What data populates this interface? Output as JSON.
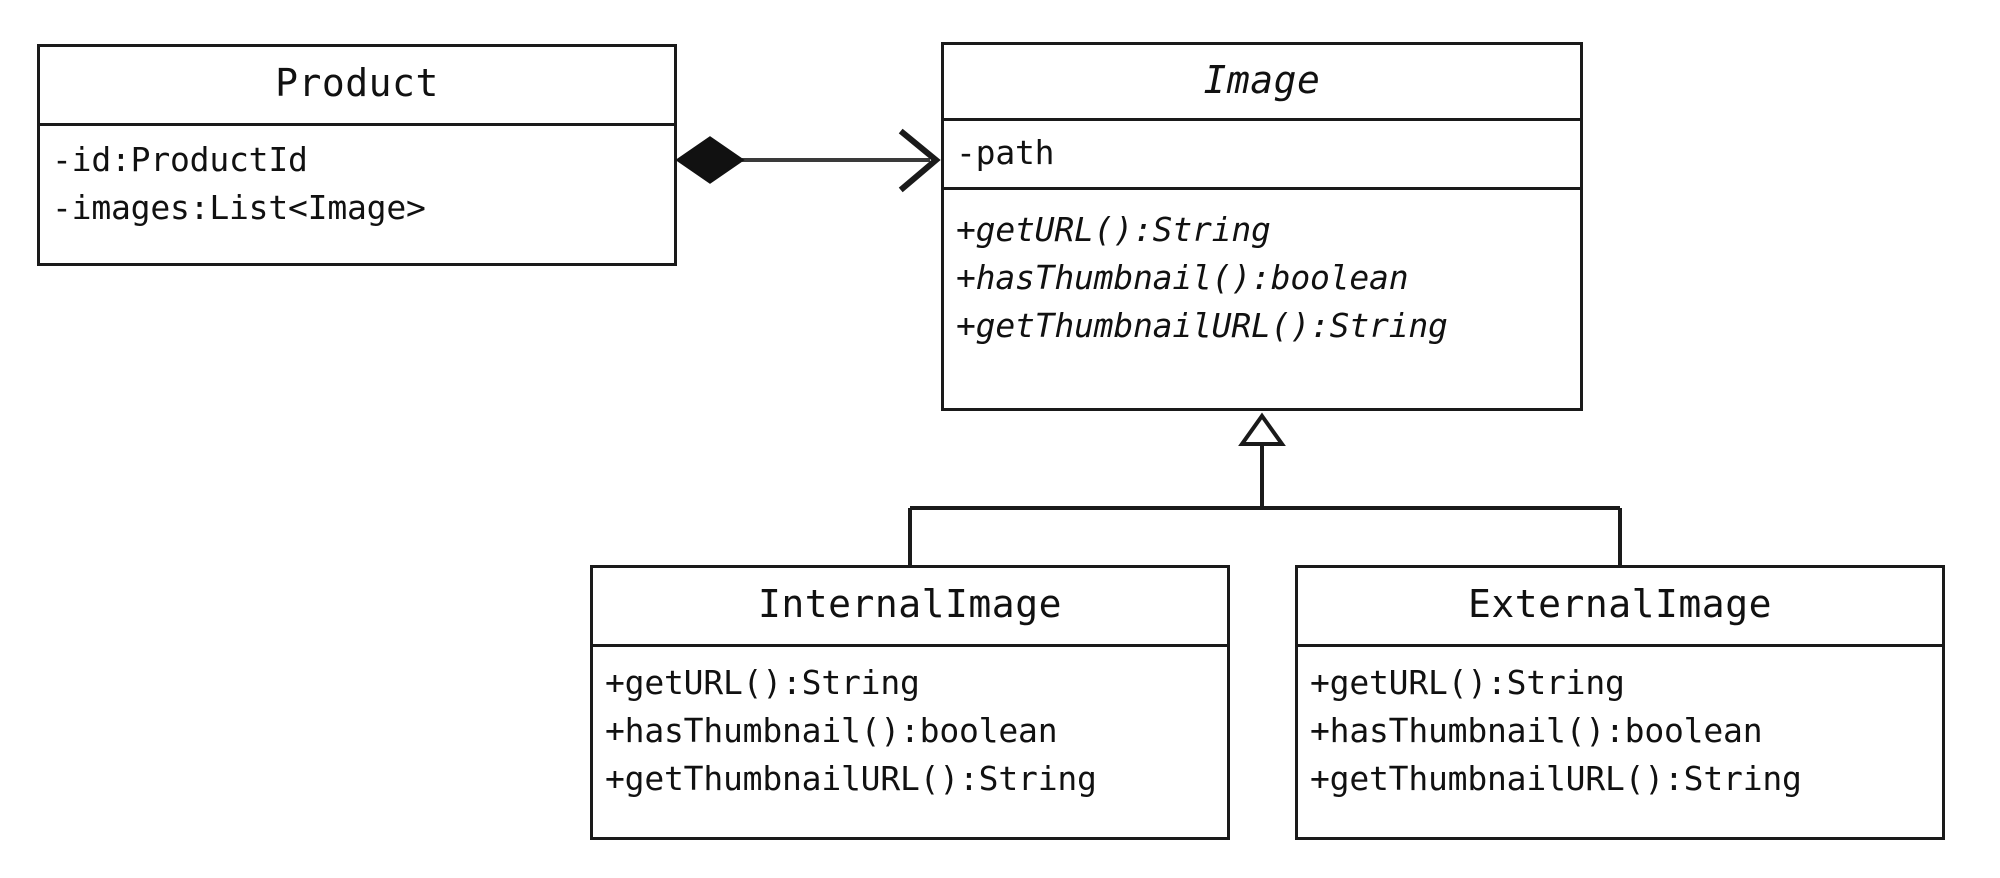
{
  "diagram": {
    "kind": "uml-class-diagram",
    "background_color": "#ffffff",
    "line_color": "#1a1a1a"
  },
  "classes": {
    "product": {
      "name": "Product",
      "abstract": false,
      "attributes": [
        "-id:ProductId",
        "-images:List<Image>"
      ],
      "methods": []
    },
    "image": {
      "name": "Image",
      "abstract": true,
      "attributes": [
        "-path"
      ],
      "methods": [
        "+getURL():String",
        "+hasThumbnail():boolean",
        "+getThumbnailURL():String"
      ]
    },
    "internal_image": {
      "name": "InternalImage",
      "abstract": false,
      "attributes": [],
      "methods": [
        "+getURL():String",
        "+hasThumbnail():boolean",
        "+getThumbnailURL():String"
      ]
    },
    "external_image": {
      "name": "ExternalImage",
      "abstract": false,
      "attributes": [],
      "methods": [
        "+getURL():String",
        "+hasThumbnail():boolean",
        "+getThumbnailURL():String"
      ]
    }
  },
  "relationships": [
    {
      "id": "product-image-composition",
      "type": "composition",
      "source": "Product",
      "target": "Image",
      "source_decoration": "filled-diamond",
      "target_decoration": "open-arrow",
      "label": ""
    },
    {
      "id": "internal-image-generalization",
      "type": "generalization",
      "source": "InternalImage",
      "target": "Image",
      "source_decoration": "none",
      "target_decoration": "hollow-triangle",
      "label": ""
    },
    {
      "id": "external-image-generalization",
      "type": "generalization",
      "source": "ExternalImage",
      "target": "Image",
      "source_decoration": "none",
      "target_decoration": "hollow-triangle",
      "label": ""
    }
  ]
}
